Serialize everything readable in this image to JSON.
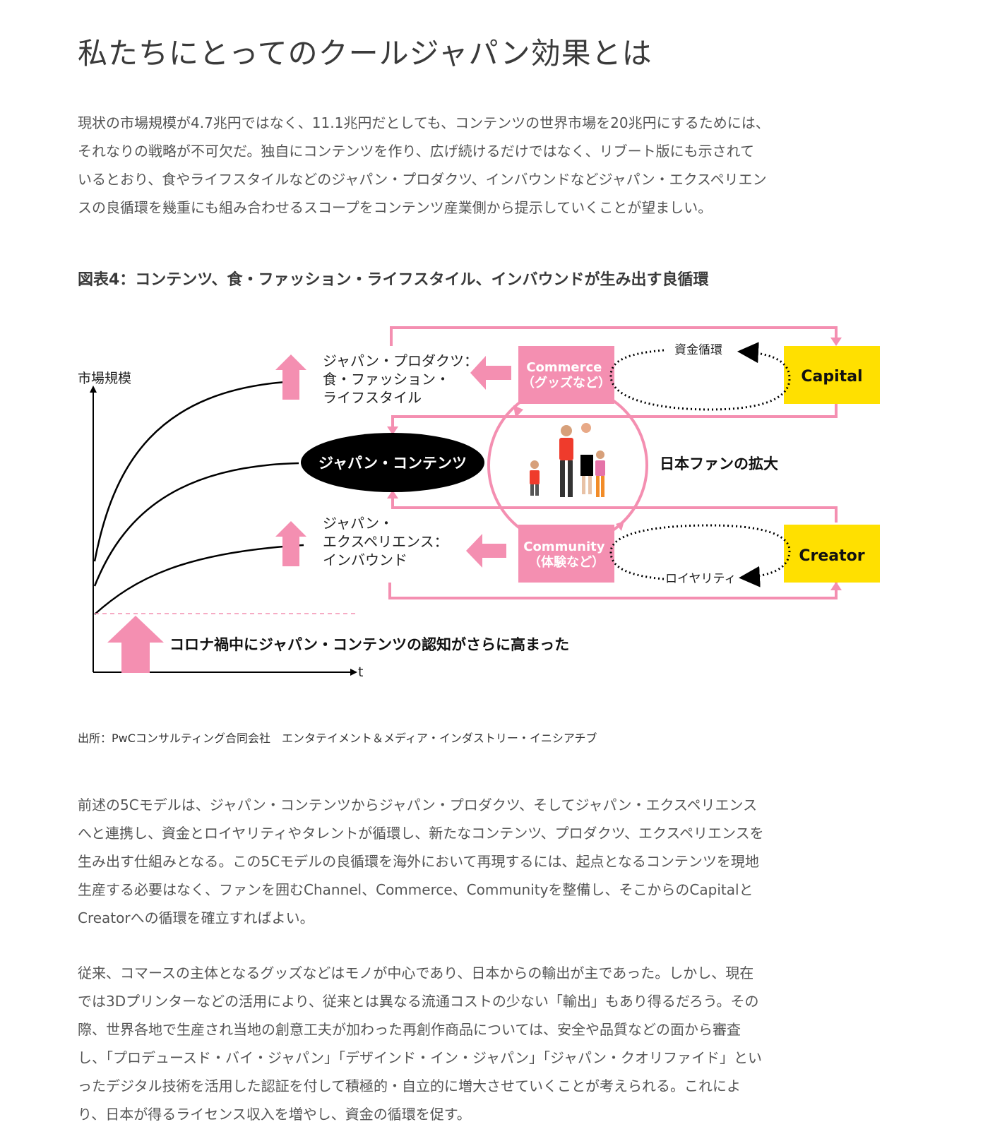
{
  "title": "私たちにとってのクールジャパン効果とは",
  "intro_lines": [
    "現状の市場規模が4.7兆円ではなく、11.1兆円だとしても、コンテンツの世界市場を20兆円にするためには、",
    "それなりの戦略が不可欠だ。独自にコンテンツを作り、広げ続けるだけではなく、リブート版にも示されて",
    "いるとおり、食やライフスタイルなどのジャパン・プロダクツ、インバウンドなどジャパン・エクスペリエン",
    "スの良循環を幾重にも組み合わせるスコープをコンテンツ産業側から提示していくことが望ましい。"
  ],
  "figure_title": "図表4：コンテンツ、食・ファッション・ライフスタイル、インバウンドが生み出す良循環",
  "diagram": {
    "y_axis_label": "市場規模",
    "x_axis_label": "t",
    "products_label": [
      "ジャパン・プロダクツ：",
      "食・ファッション・",
      "ライフスタイル"
    ],
    "experience_label": [
      "ジャパン・",
      "エクスペリエンス：",
      "インバウンド"
    ],
    "contents_label": "ジャパン・コンテンツ",
    "commerce_label": [
      "Commerce",
      "（グッズなど）"
    ],
    "community_label": [
      "Community",
      "（体験など）"
    ],
    "capital_label": "Capital",
    "creator_label": "Creator",
    "fund_cycle_label": "資金循環",
    "royalty_label": "ロイヤリティ",
    "fan_expansion_label": "日本ファンの拡大",
    "corona_label": "コロナ禍中にジャパン・コンテンツの認知がさらに高まった",
    "colors": {
      "pink": "#f48fb1",
      "black": "#000000",
      "yellow": "#ffe000"
    },
    "icons": [
      "family-illustration-icon",
      "up-arrow-icon",
      "left-arrow-icon"
    ]
  },
  "source": "出所：PwCコンサルティング合同会社　エンタテイメント＆メディア・インダストリー・イニシアチブ",
  "body_para1_lines": [
    "前述の5Cモデルは、ジャパン・コンテンツからジャパン・プロダクツ、そしてジャパン・エクスペリエンス",
    "へと連携し、資金とロイヤリティやタレントが循環し、新たなコンテンツ、プロダクツ、エクスペリエンスを",
    "生み出す仕組みとなる。この5Cモデルの良循環を海外において再現するには、起点となるコンテンツを現地",
    "生産する必要はなく、ファンを囲むChannel、Commerce、Communityを整備し、そこからのCapitalと",
    "Creatorへの循環を確立すればよい。"
  ],
  "body_para2_lines": [
    "従来、コマースの主体となるグッズなどはモノが中心であり、日本からの輸出が主であった。しかし、現在",
    "では3Dプリンターなどの活用により、従来とは異なる流通コストの少ない「輸出」もあり得るだろう。その",
    "際、世界各地で生産され当地の創意工夫が加わった再創作商品については、安全や品質などの面から審査",
    "し、「プロデュースド・バイ・ジャパン」「デザインド・イン・ジャパン」「ジャパン・クオリファイド」とい",
    "ったデジタル技術を活用した認証を付して積極的・自立的に増大させていくことが考えられる。これによ",
    "り、日本が得るライセンス収入を増やし、資金の循環を促す。"
  ]
}
